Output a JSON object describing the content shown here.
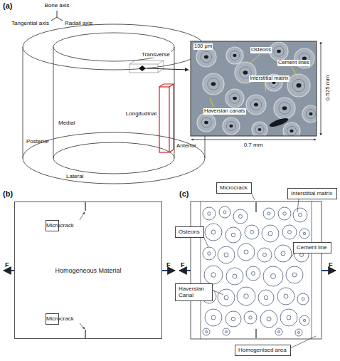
{
  "diagram": {
    "nodes": [
      {
        "text": [
          "Homogeneous Material"
        ]
      },
      {
        "text": [
          "Microcrack"
        ],
        "in": 0
      },
      {
        "text": [
          "Microcrack"
        ],
        "in": 0
      },
      {
        "text": [
          "Microcrack"
        ]
      },
      {
        "text": [
          "Interstitial matrix"
        ]
      },
      {
        "text": [
          "Osteons"
        ]
      },
      {
        "text": [
          "Cement line"
        ]
      },
      {
        "text": [
          "Haversian Canal"
        ]
      },
      {
        "text": [
          "Homogenised area"
        ]
      }
    ],
    "labels": [
      "(a)",
      "Bone axis",
      "Tangential axis",
      "Radail axis",
      "Transverse",
      "Longitudinal",
      "Medial",
      "Posterior",
      "Anterior",
      "Lateral",
      "100 μm",
      "Osteons",
      "Cement lines",
      "Interstitial matrix",
      "Haversian canals",
      "0.525 mm",
      "0.7 mm",
      "(b)",
      "F",
      "F",
      "(c)",
      "F",
      "F"
    ]
  }
}
